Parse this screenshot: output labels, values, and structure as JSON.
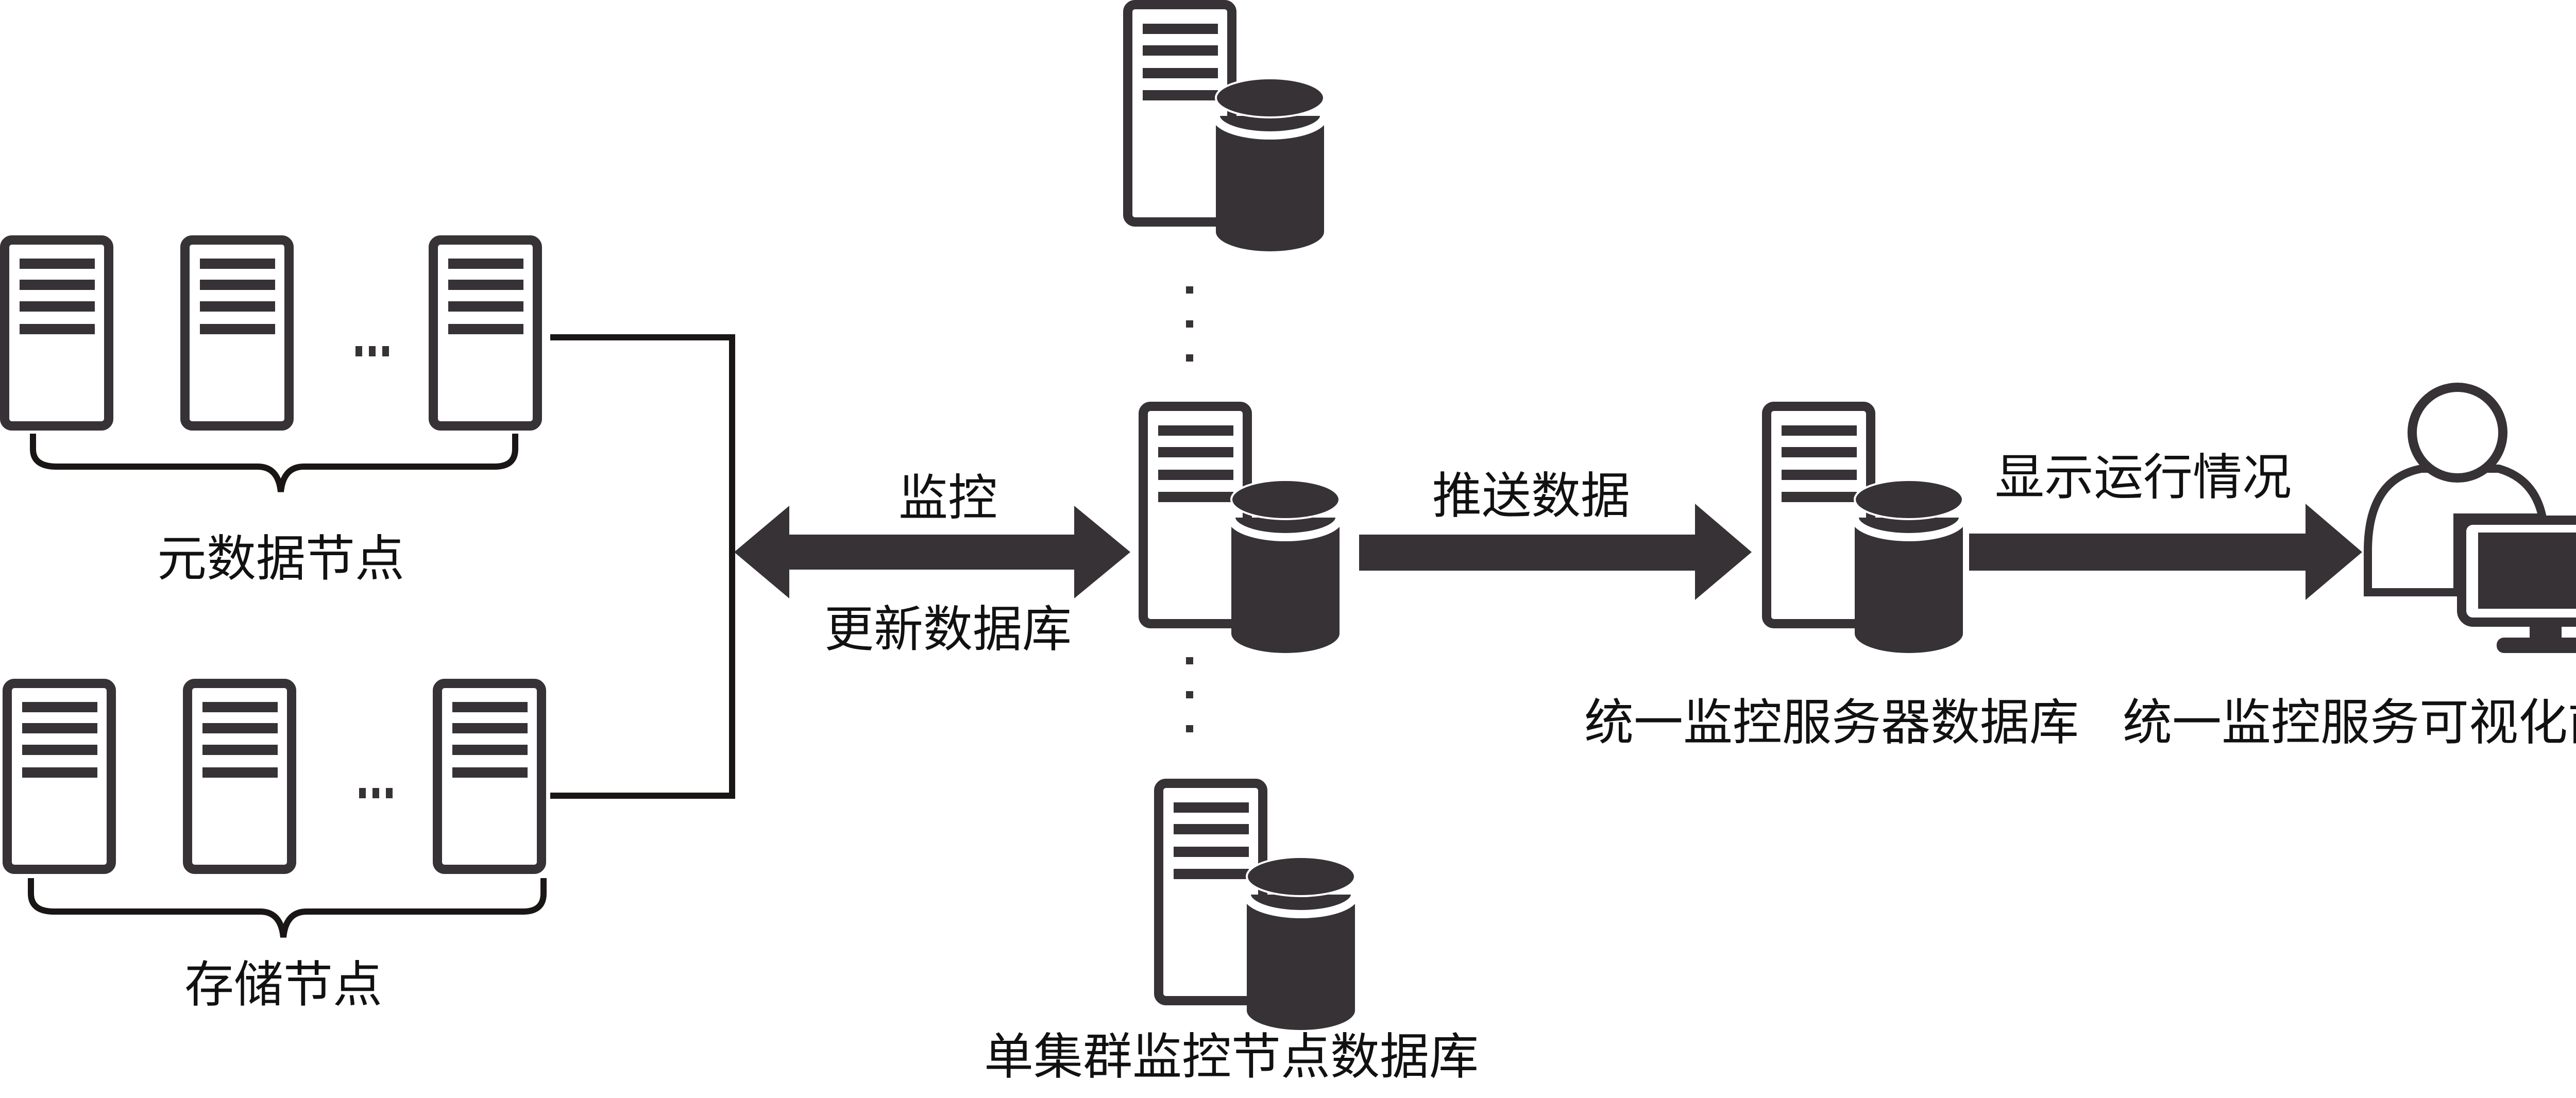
{
  "diagram": {
    "title": "",
    "colors": {
      "icon": "#363236",
      "line": "#1a1616",
      "text": "#111111",
      "background": "#ffffff"
    },
    "groups": {
      "metadata_nodes": {
        "label": "元数据节点",
        "icon": "server-icon",
        "count_visible": 3,
        "ellipsis": "..."
      },
      "storage_nodes": {
        "label": "存储节点",
        "icon": "server-icon",
        "count_visible": 3,
        "ellipsis": "..."
      },
      "cluster_monitor_db": {
        "label": "单集群监控节点数据库",
        "icon": "server-database-icon",
        "count_visible": 3,
        "ellipsis": "⋮"
      },
      "unified_server_db": {
        "label": "统一监控服务器数据库",
        "icon": "server-database-icon"
      },
      "unified_frontend": {
        "label": "统一监控服务可视化前端",
        "icon": "user-monitor-icon"
      }
    },
    "edges": [
      {
        "from": "metadata_nodes+storage_nodes",
        "to": "cluster_monitor_db",
        "direction": "both",
        "label_top": "监控",
        "label_bottom": "更新数据库"
      },
      {
        "from": "cluster_monitor_db",
        "to": "unified_server_db",
        "direction": "forward",
        "label_top": "推送数据"
      },
      {
        "from": "unified_server_db",
        "to": "unified_frontend",
        "direction": "forward",
        "label_top": "显示运行情况"
      }
    ]
  }
}
